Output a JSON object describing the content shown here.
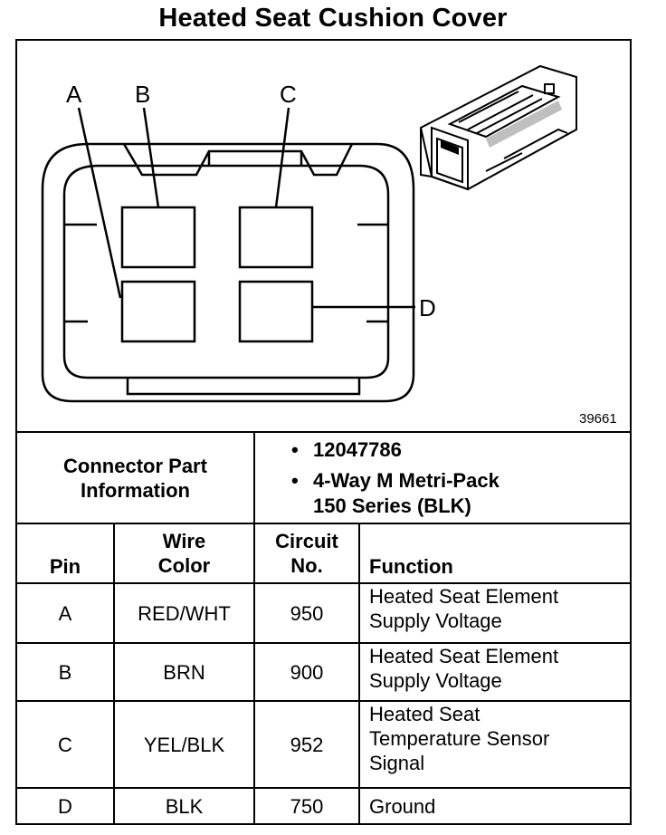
{
  "title": "Heated Seat Cushion Cover",
  "figure_number": "39661",
  "pin_labels": {
    "a": "A",
    "b": "B",
    "c": "C",
    "d": "D"
  },
  "connector_info": {
    "label_line1": "Connector Part",
    "label_line2": "Information",
    "bullet": "•",
    "part_number": "12047786",
    "type_line1": "4-Way M Metri-Pack",
    "type_line2": "150 Series (BLK)"
  },
  "table": {
    "headers": {
      "pin": "Pin",
      "wire_color_line1": "Wire",
      "wire_color_line2": "Color",
      "circuit_line1": "Circuit",
      "circuit_line2": "No.",
      "function": "Function"
    },
    "rows": [
      {
        "pin": "A",
        "wire_color": "RED/WHT",
        "circuit": "950",
        "function_lines": [
          "Heated Seat Element",
          "Supply Voltage"
        ]
      },
      {
        "pin": "B",
        "wire_color": "BRN",
        "circuit": "900",
        "function_lines": [
          "Heated Seat Element",
          "Supply Voltage"
        ]
      },
      {
        "pin": "C",
        "wire_color": "YEL/BLK",
        "circuit": "952",
        "function_lines": [
          "Heated Seat",
          "Temperature Sensor",
          "Signal"
        ]
      },
      {
        "pin": "D",
        "wire_color": "BLK",
        "circuit": "750",
        "function_lines": [
          "Ground"
        ]
      }
    ]
  }
}
